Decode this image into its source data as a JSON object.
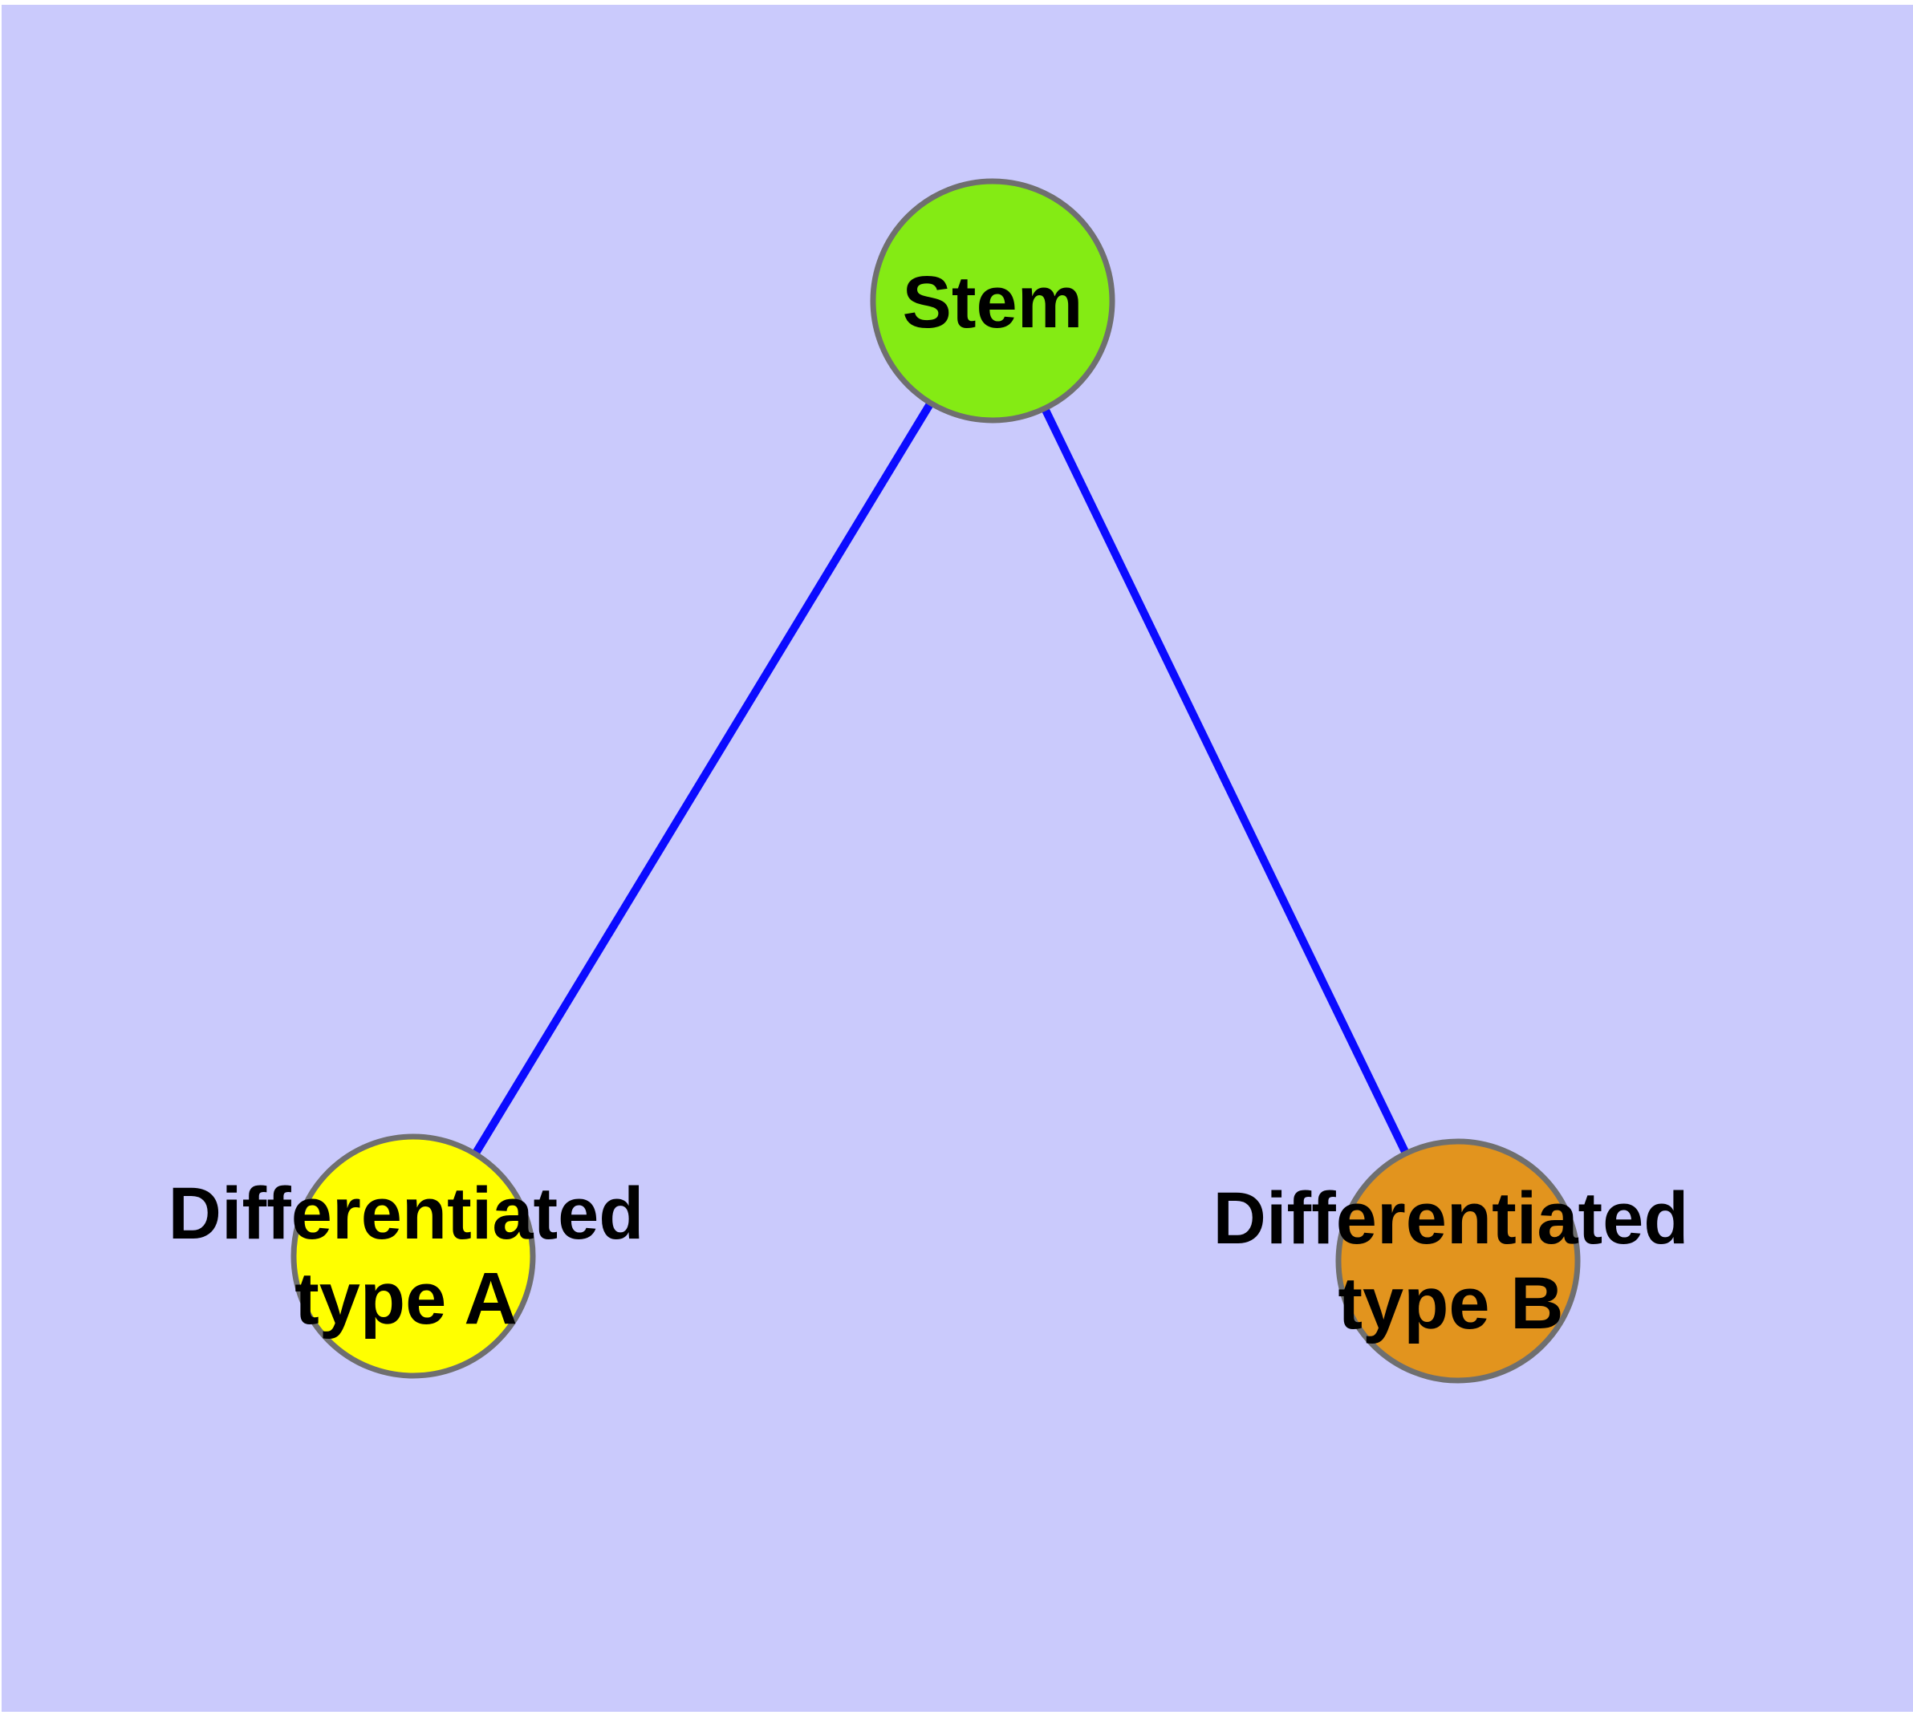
{
  "figure": {
    "background": "#cacafc",
    "margin_color": "#ffffff",
    "label_color": "#000000"
  },
  "nodes": {
    "stem": {
      "label": "Stem",
      "color": "#84eb14",
      "border_color": "#6f6f6f"
    },
    "diff_a": {
      "label_line1": "Differentiated",
      "label_line2": "type A",
      "color": "#ffff00",
      "border_color": "#6f6f6f"
    },
    "diff_b": {
      "label_line1": "Differentiated",
      "label_line2": "type B",
      "color": "#e2941e",
      "border_color": "#6f6f6f"
    }
  },
  "edges": {
    "color": "#0b0bff",
    "items": [
      {
        "from": "Stem",
        "to": "Differentiated type A"
      },
      {
        "from": "Stem",
        "to": "Differentiated type B"
      }
    ]
  }
}
